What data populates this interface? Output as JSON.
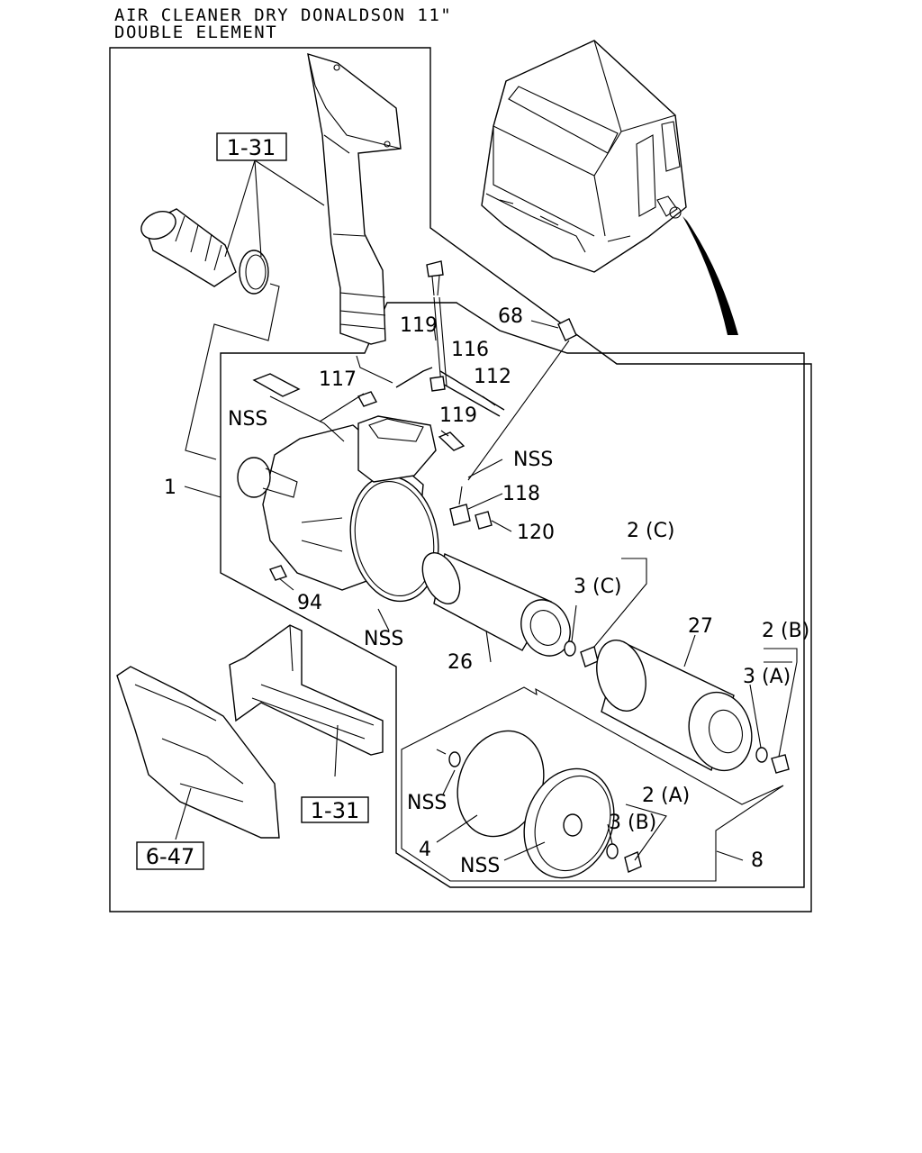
{
  "title": {
    "line1": "AIR CLEANER DRY DONALDSON 11\"",
    "line2": "DOUBLE ELEMENT"
  },
  "refs": {
    "ref_1_31_top": "1-31",
    "ref_1_31_bottom": "1-31",
    "ref_6_47": "6-47"
  },
  "callouts": {
    "c1": "1",
    "c2a_top": "2 (A)",
    "c2b": "2 (B)",
    "c2c": "2 (C)",
    "c3a": "3 (A)",
    "c3b": "3 (B)",
    "c3c": "3 (C)",
    "c4": "4",
    "c8": "8",
    "c26": "26",
    "c27": "27",
    "c68": "68",
    "c94": "94",
    "c112": "112",
    "c116": "116",
    "c117": "117",
    "c118": "118",
    "c119_top": "119",
    "c119_mid": "119",
    "c120": "120",
    "nss_1": "NSS",
    "nss_2": "NSS",
    "nss_3": "NSS",
    "nss_4": "NSS",
    "nss_5": "NSS"
  }
}
